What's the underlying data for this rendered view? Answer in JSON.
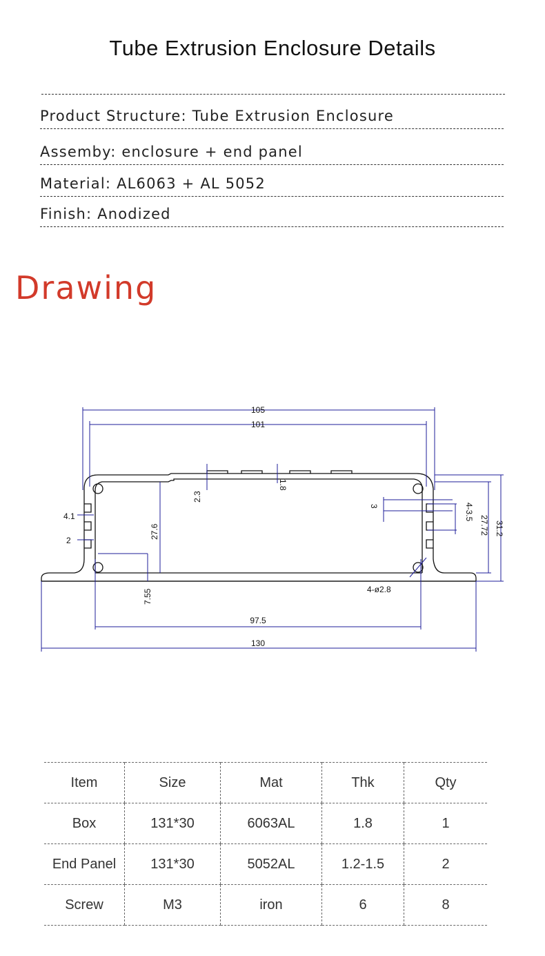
{
  "title": "Tube Extrusion Enclosure Details",
  "specs": [
    {
      "label": "Product Structure:",
      "value": "Tube Extrusion Enclosure"
    },
    {
      "label": "Assemby:",
      "value": "enclosure + end panel"
    },
    {
      "label": "Material:",
      "value": "AL6063 + AL 5052"
    },
    {
      "label": "Finish:",
      "value": "Anodized"
    }
  ],
  "drawing_heading": "Drawing",
  "drawing": {
    "dimensions": {
      "d105": "105",
      "d101": "101",
      "d1_8": "1.8",
      "d2_3": "2.3",
      "d4_1": "4.1",
      "d2": "2",
      "d27_6": "27.6",
      "d3": "3",
      "d4_3_5": "4-3.5",
      "d27_72": "27.72",
      "d31_2": "31.2",
      "d7_55": "7.55",
      "d4_phi2_8": "4-ø2.8",
      "d97_5": "97.5",
      "d130": "130"
    }
  },
  "table": {
    "headers": [
      "Item",
      "Size",
      "Mat",
      "Thk",
      "Qty"
    ],
    "rows": [
      [
        "Box",
        "131*30",
        "6063AL",
        "1.8",
        "1"
      ],
      [
        "End Panel",
        "131*30",
        "5052AL",
        "1.2-1.5",
        "2"
      ],
      [
        "Screw",
        "M3",
        "iron",
        "6",
        "8"
      ]
    ]
  },
  "colors": {
    "heading_red": "#d23a2a",
    "dim_blue": "#1e1e9a"
  }
}
